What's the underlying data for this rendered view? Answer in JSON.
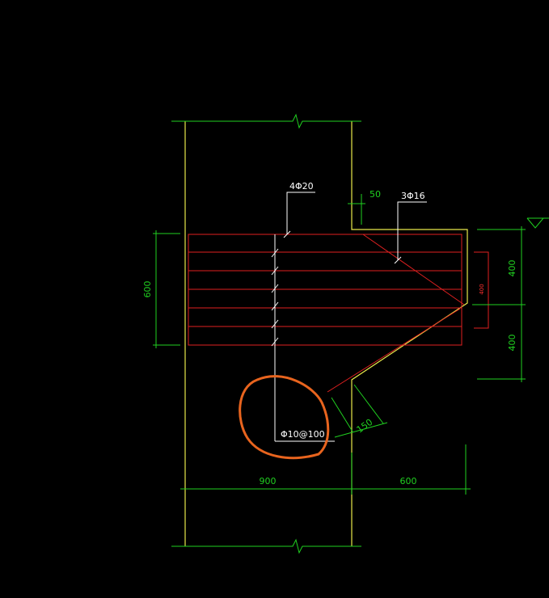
{
  "colors": {
    "background": "#000000",
    "outline": "#e8e84a",
    "dimension": "#20d020",
    "rebar": "#e02020",
    "leader": "#ffffff",
    "highlight": "#e8641e",
    "small_dim_text": "#ff3030"
  },
  "labels": {
    "top_bars": "4Φ20",
    "corbel_bars": "3Φ16",
    "stirrups": "Φ10@100"
  },
  "dimensions": {
    "offset_50": "50",
    "left_height_600": "600",
    "right_upper_400": "400",
    "right_lower_400": "400",
    "inner_400": "400",
    "chamfer_150": "150",
    "bottom_900": "900",
    "bottom_600": "600"
  }
}
